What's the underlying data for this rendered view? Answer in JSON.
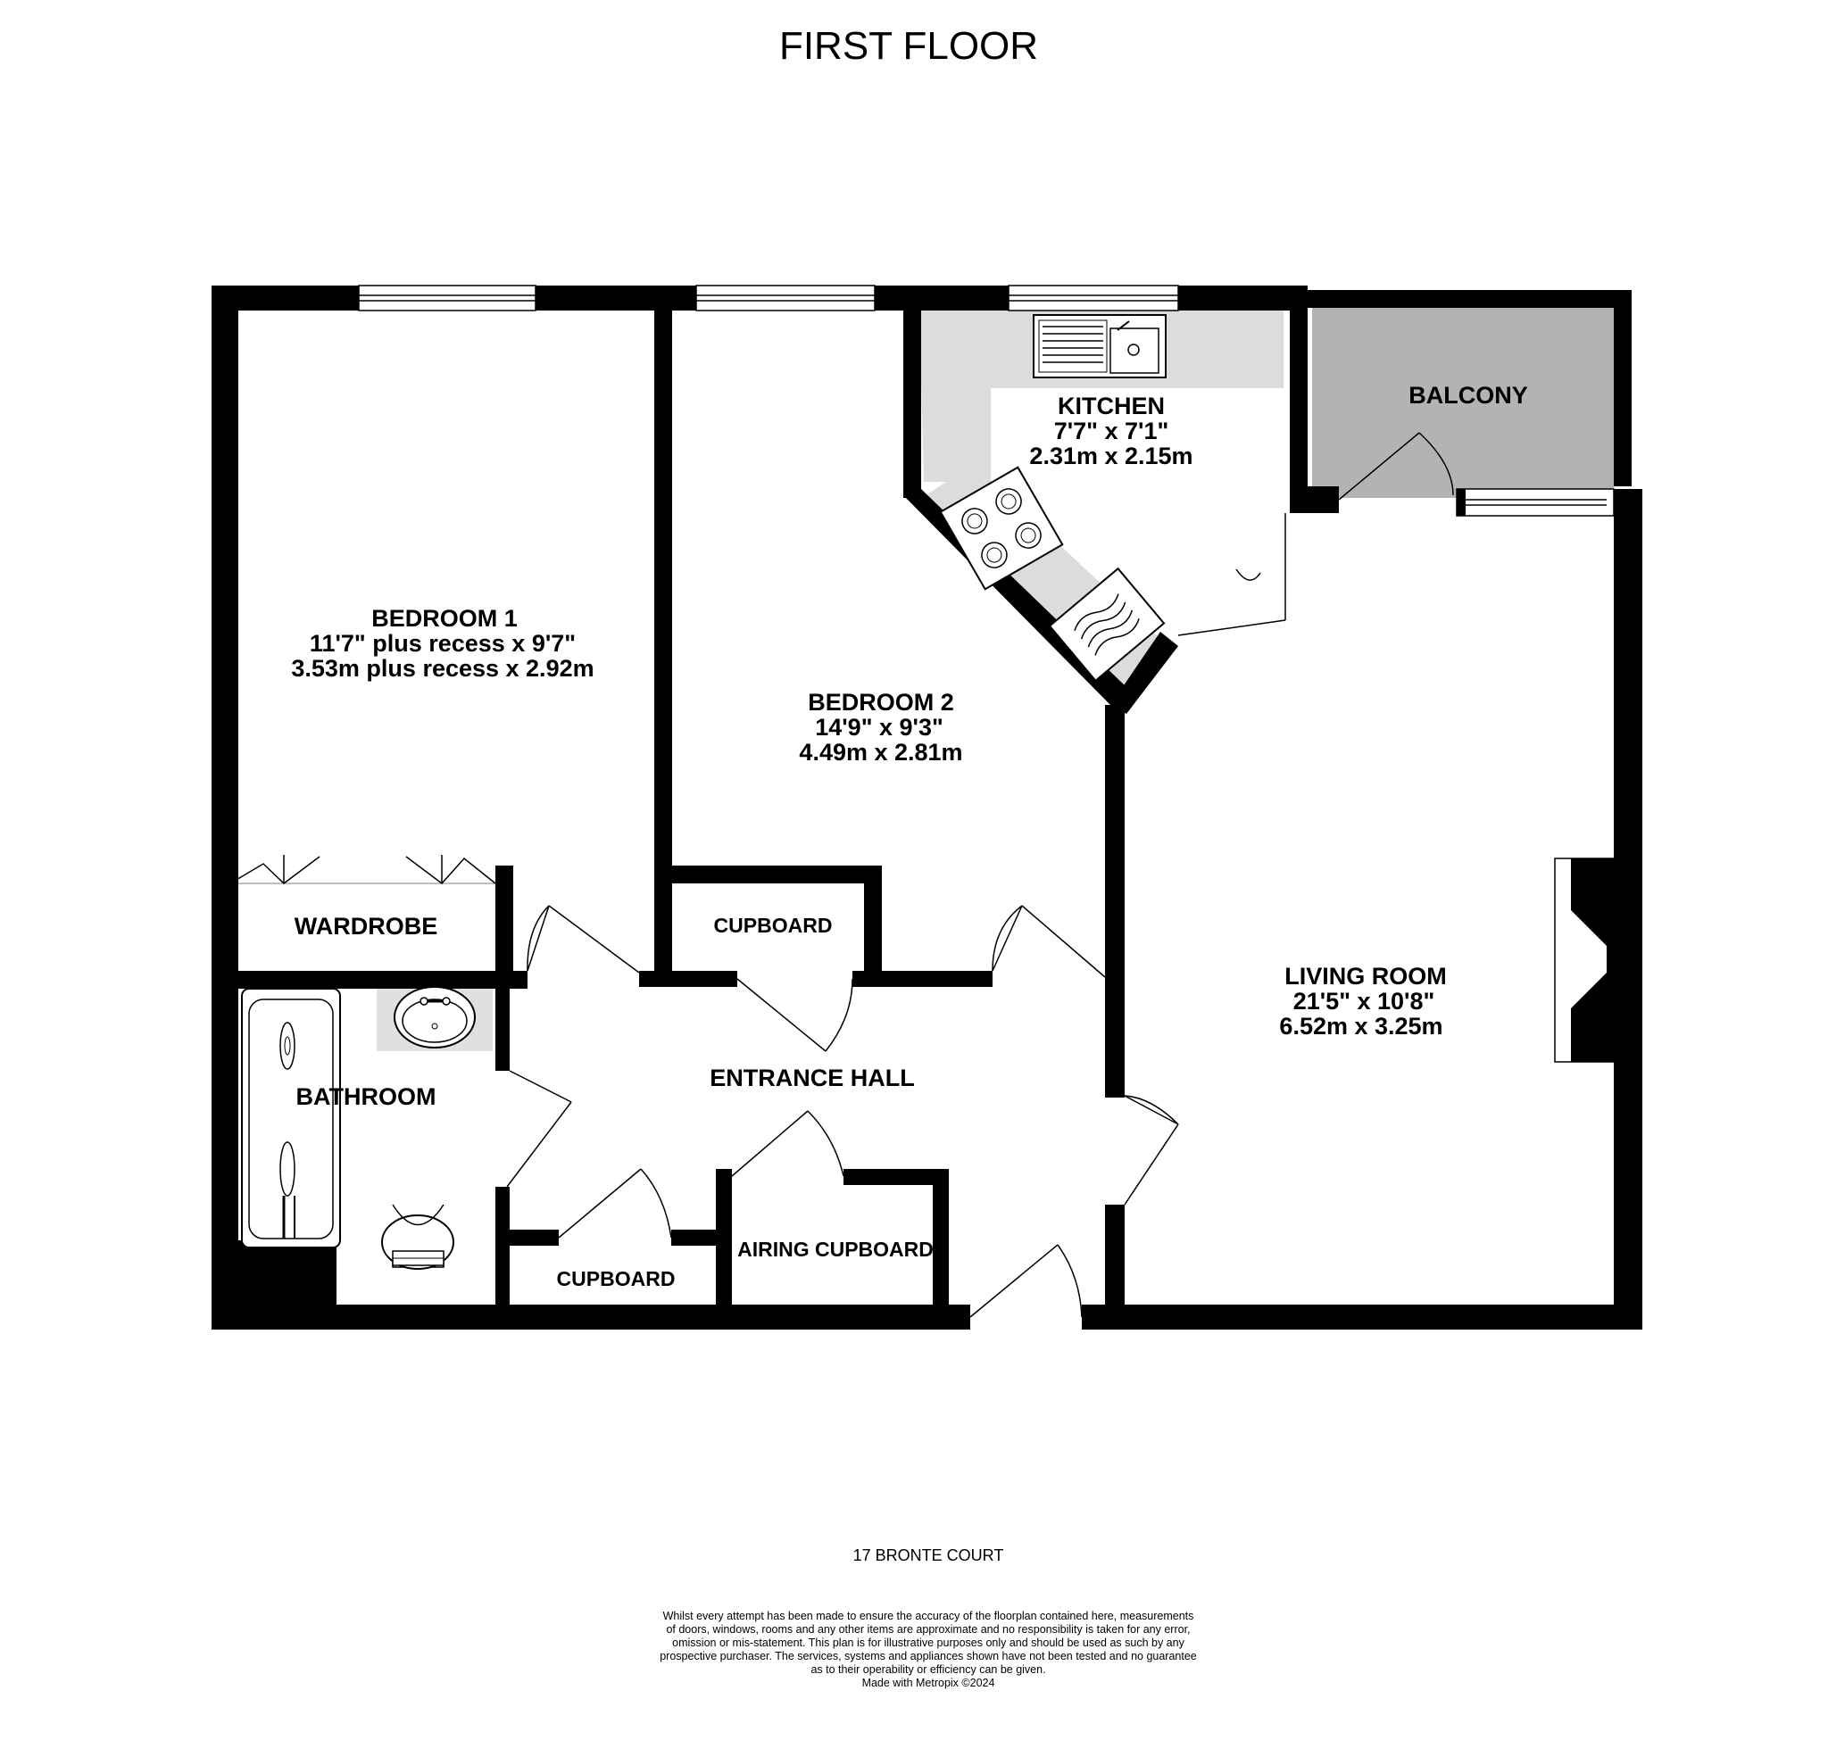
{
  "floor_title": "FIRST FLOOR",
  "rooms": {
    "bedroom1": {
      "name": "BEDROOM 1",
      "dim_imperial": "11'7\" plus recess x 9'7\"",
      "dim_metric": "3.53m plus recess x 2.92m"
    },
    "bedroom2": {
      "name": "BEDROOM 2",
      "dim_imperial": "14'9\"  x 9'3\"",
      "dim_metric": "4.49m  x 2.81m"
    },
    "kitchen": {
      "name": "KITCHEN",
      "dim_imperial": "7'7\"  x 7'1\"",
      "dim_metric": "2.31m  x 2.15m"
    },
    "balcony": {
      "name": "BALCONY"
    },
    "living_room": {
      "name": "LIVING ROOM",
      "dim_imperial": "21'5\"  x 10'8\"",
      "dim_metric": "6.52m  x 3.25m"
    },
    "wardrobe": {
      "name": "WARDROBE"
    },
    "bathroom": {
      "name": "BATHROOM"
    },
    "entrance_hall": {
      "name": "ENTRANCE HALL"
    },
    "cupboard_top": {
      "name": "CUPBOARD"
    },
    "cupboard_bottom": {
      "name": "CUPBOARD"
    },
    "airing_cupboard": {
      "name": "AIRING CUPBOARD"
    }
  },
  "address": "17 BRONTE COURT",
  "disclaimer_lines": [
    "Whilst every attempt has been made to ensure the accuracy of the floorplan contained here, measurements",
    "of doors, windows, rooms and any other items are approximate and no responsibility is taken for any error,",
    "omission or mis-statement. This plan is for illustrative purposes only and should be used as such by any",
    "prospective purchaser. The services, systems and appliances shown have not been tested and no guarantee",
    "as to their operability or efficiency can be given.",
    "Made with Metropix ©2024"
  ],
  "colors": {
    "wall": "#000000",
    "kitchen_counter": "#dcdcdc",
    "balcony_fill": "#b3b3b3",
    "fixture_fill": "#e0e0e0"
  }
}
